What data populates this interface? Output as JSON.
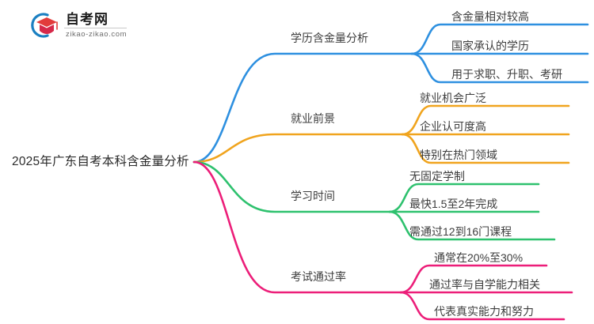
{
  "logo": {
    "name": "自考网",
    "domain": "zikao-zikao.com",
    "mark_icon": "graduation-cap-icon",
    "arc_color": "#1a7fc1",
    "cap_color": "#e23b3b"
  },
  "mindmap": {
    "root": {
      "label": "2025年广东自考本科含金量分析"
    },
    "branches": [
      {
        "label": "学历含金量分析",
        "color": "#2e90e0",
        "children": [
          {
            "label": "含金量相对较高"
          },
          {
            "label": "国家承认的学历"
          },
          {
            "label": "用于求职、升职、考研"
          }
        ]
      },
      {
        "label": "就业前景",
        "color": "#f0a41e",
        "children": [
          {
            "label": "就业机会广泛"
          },
          {
            "label": "企业认可度高"
          },
          {
            "label": "特别在热门领域"
          }
        ]
      },
      {
        "label": "学习时间",
        "color": "#2ec16e",
        "children": [
          {
            "label": "无固定学制"
          },
          {
            "label": "最快1.5至2年完成"
          },
          {
            "label": "需通过12到16门课程"
          }
        ]
      },
      {
        "label": "考试通过率",
        "color": "#ec1e79",
        "children": [
          {
            "label": "通常在20%至30%"
          },
          {
            "label": "通过率与自学能力相关"
          },
          {
            "label": "代表真实能力和努力"
          }
        ]
      }
    ]
  }
}
